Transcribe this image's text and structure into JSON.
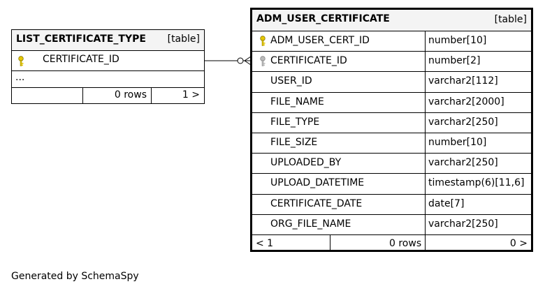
{
  "tables": {
    "list_certificate_type": {
      "name": "LIST_CERTIFICATE_TYPE",
      "kind": "[table]",
      "pk_column": "CERTIFICATE_ID",
      "ellipsis": "...",
      "footer": {
        "left": "",
        "rows": "0 rows",
        "right": "1 >"
      }
    },
    "adm_user_certificate": {
      "name": "ADM_USER_CERTIFICATE",
      "kind": "[table]",
      "columns": [
        {
          "name": "ADM_USER_CERT_ID",
          "type": "number[10]",
          "key": "primary"
        },
        {
          "name": "CERTIFICATE_ID",
          "type": "number[2]",
          "key": "foreign"
        },
        {
          "name": "USER_ID",
          "type": "varchar2[112]",
          "key": ""
        },
        {
          "name": "FILE_NAME",
          "type": "varchar2[2000]",
          "key": ""
        },
        {
          "name": "FILE_TYPE",
          "type": "varchar2[250]",
          "key": ""
        },
        {
          "name": "FILE_SIZE",
          "type": "number[10]",
          "key": ""
        },
        {
          "name": "UPLOADED_BY",
          "type": "varchar2[250]",
          "key": ""
        },
        {
          "name": "UPLOAD_DATETIME",
          "type": "timestamp(6)[11,6]",
          "key": ""
        },
        {
          "name": "CERTIFICATE_DATE",
          "type": "date[7]",
          "key": ""
        },
        {
          "name": "ORG_FILE_NAME",
          "type": "varchar2[250]",
          "key": ""
        }
      ],
      "footer": {
        "left": "< 1",
        "rows": "0 rows",
        "right": "0 >"
      }
    }
  },
  "colors": {
    "primary_key": "#e6c800",
    "foreign_key": "#bbbbbb",
    "header_bg": "#f4f4f4"
  },
  "icons": {
    "primary_key": "key-icon",
    "foreign_key": "foreign-key-icon"
  },
  "generated_by": "Generated by SchemaSpy"
}
